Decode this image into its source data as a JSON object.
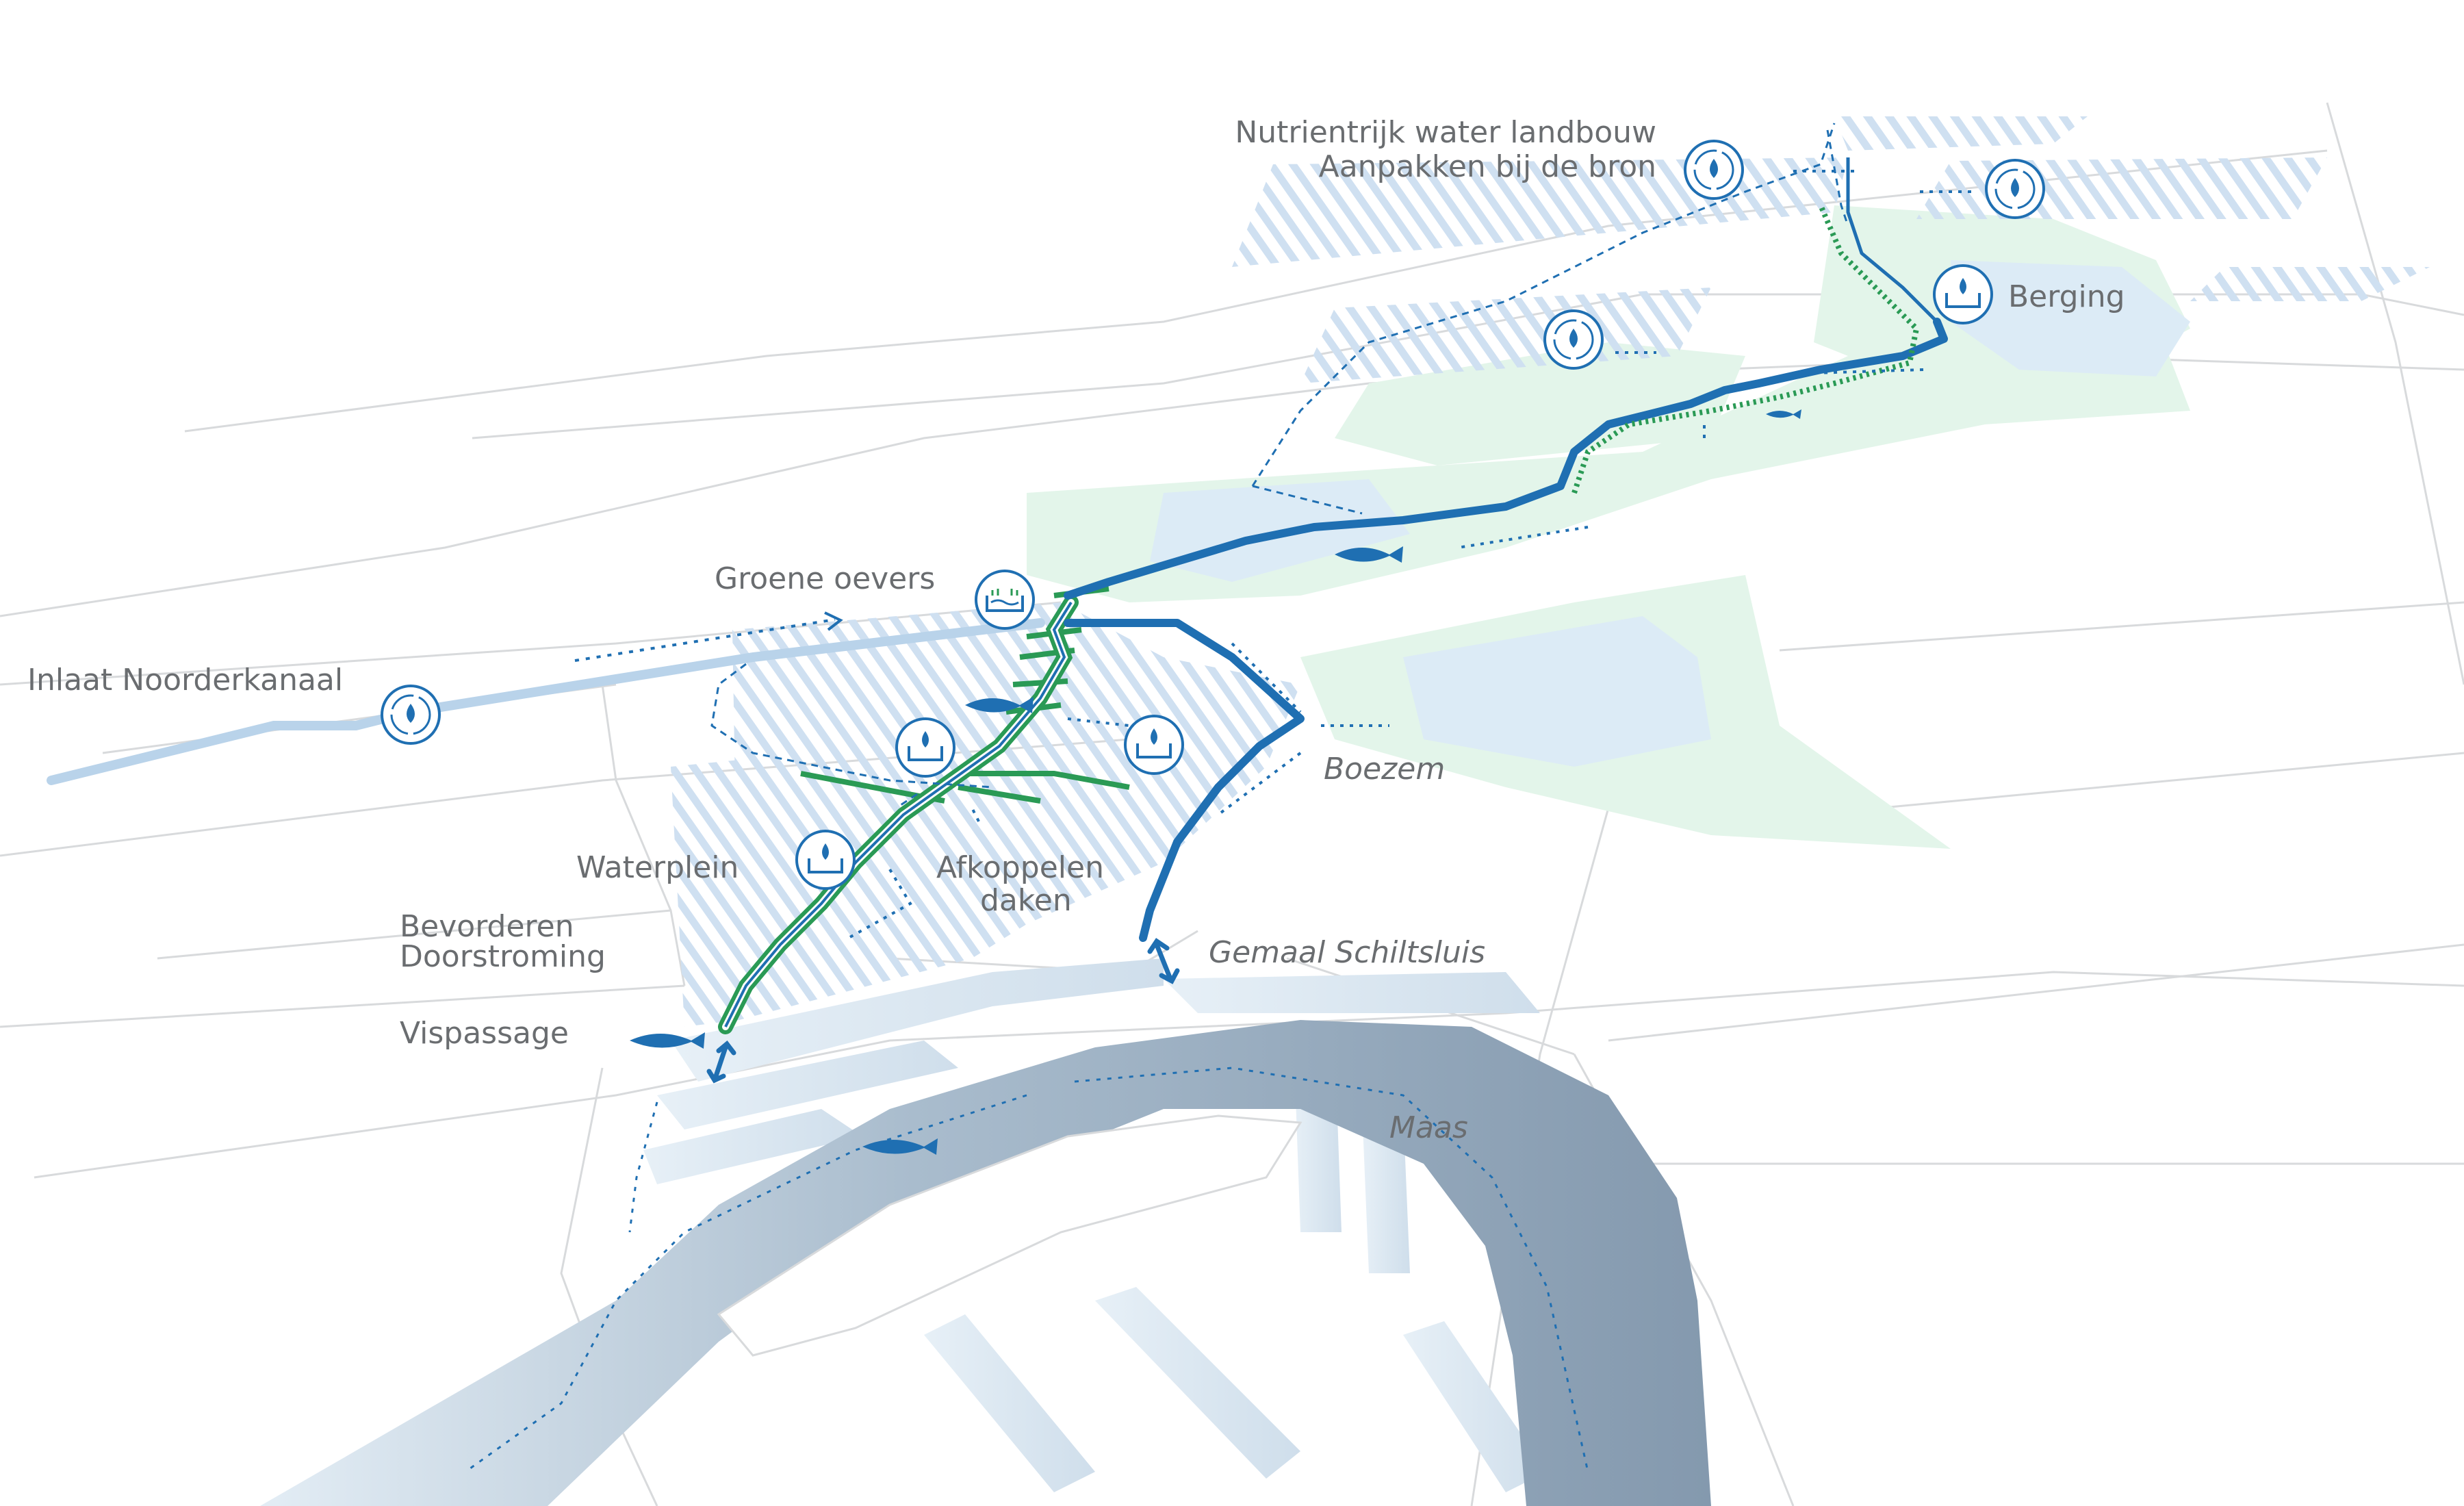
{
  "labels": {
    "nutrient_1": "Nutrientrijk water landbouw",
    "nutrient_2": "Aanpakken bij de bron",
    "berging": "Berging",
    "groene_oevers": "Groene oevers",
    "inlaat": "Inlaat Noorderkanaal",
    "boezem": "Boezem",
    "waterplein": "Waterplein",
    "afkoppelen_1": "Afkoppelen",
    "afkoppelen_2": "daken",
    "bevorderen_1": "Bevorderen",
    "bevorderen_2": "Doorstroming",
    "gemaal": "Gemaal Schiltsluis",
    "vispassage": "Vispassage",
    "maas": "Maas"
  },
  "icons": {
    "recirculate": "water-drop-cycle-icon",
    "storage": "water-basin-icon",
    "green_bank": "green-bank-icon",
    "fish": "fish-icon"
  },
  "colors": {
    "river_blue": "#1f6fb2",
    "canal_light": "#b9d3ea",
    "green_area": "#e3f5ea",
    "green_bank": "#2a9a55",
    "maas_dark": "#8ea3b8",
    "hatch": "#cfe0f1",
    "text": "#6a6d70",
    "roads": "#d8dadc"
  }
}
